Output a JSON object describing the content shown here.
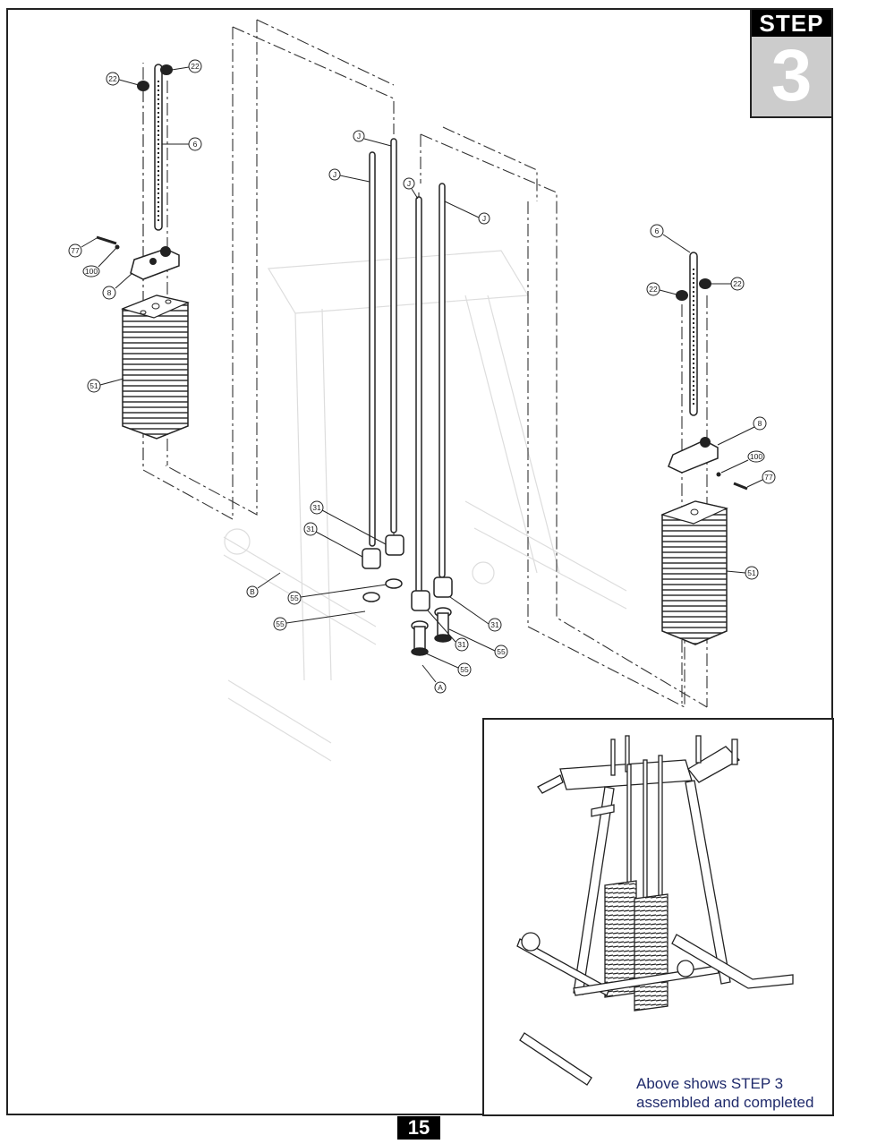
{
  "step": {
    "label": "STEP",
    "number": "3"
  },
  "page_number": "15",
  "inset_caption": {
    "line1": "Above shows STEP 3",
    "line2": "assembled and completed"
  },
  "callouts": {
    "left_top_nut_left": "22",
    "left_top_nut_right": "22",
    "left_selector_rod": "6",
    "left_bolt": "77",
    "left_washer": "100",
    "left_top_plate": "8",
    "left_weight_stack": "51",
    "guide_rod_1": "J",
    "guide_rod_2": "J",
    "guide_rod_3": "J",
    "guide_rod_4": "J",
    "bushing_1": "31",
    "bushing_2": "31",
    "bushing_3": "31",
    "bushing_4": "31",
    "spacer_1": "55",
    "spacer_2": "55",
    "spacer_3": "55",
    "spacer_4": "55",
    "frame_a": "A",
    "frame_b": "B",
    "right_selector_rod": "6",
    "right_top_nut_left": "22",
    "right_top_nut_right": "22",
    "right_top_plate": "8",
    "right_washer": "100",
    "right_bolt": "77",
    "right_weight_stack": "51"
  }
}
